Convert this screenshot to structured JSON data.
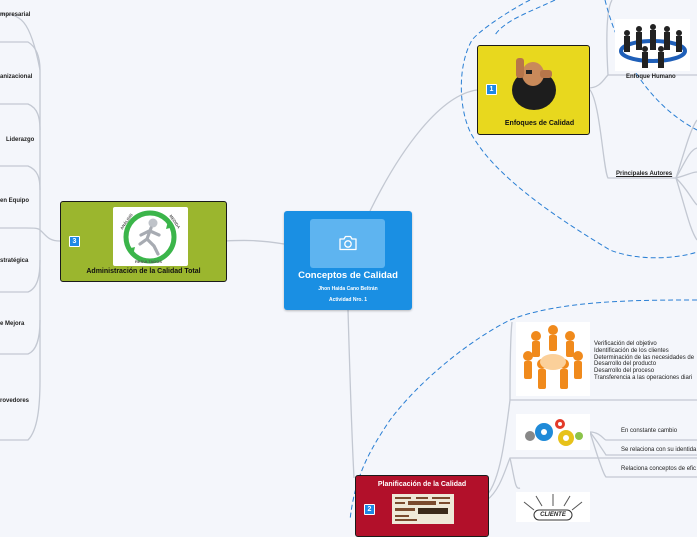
{
  "central": {
    "title": "Conceptos de Calidad",
    "author": "Jhon Haida Cano Beltrán",
    "activity": "Actividad Nro. 1",
    "icon": "camera-icon"
  },
  "enfoques": {
    "number": "1",
    "title": "Enfoques de Calidad",
    "children": {
      "enfoque_humano": "Enfoque Humano",
      "principales_autores": "Principales Autores"
    }
  },
  "administracion": {
    "number": "3",
    "title": "Administración de la Calidad Total",
    "image_text": [
      "ANÁLISIS",
      "MEDIDA",
      "RESULTADOS"
    ],
    "children": [
      "mpresarial",
      "anizacional",
      "Liderazgo",
      "en Equipo",
      "stratégica",
      "e Mejora",
      "rovedores"
    ]
  },
  "planificacion": {
    "number": "2",
    "title": "Planificación de la Calidad",
    "steps": [
      "Verificación del objetivo",
      "Identificación de los clientes",
      "Determinación de las necesidades de",
      "Desarrollo del producto",
      "Desarrollo del proceso",
      "Transferencia a las operaciones diari"
    ],
    "gear_items": [
      "En constante cambio",
      "Se relaciona con su identida",
      "Relaciona conceptos de efic"
    ],
    "cliente_label": "CLIENTE"
  },
  "colors": {
    "central": "#1a8fe3",
    "enfoques": "#e8d81e",
    "administracion": "#9bb62e",
    "planificacion": "#b2102a",
    "badge": "#1e88e5",
    "dashed": "#2a7fd4",
    "connector": "#c3c8d2"
  }
}
